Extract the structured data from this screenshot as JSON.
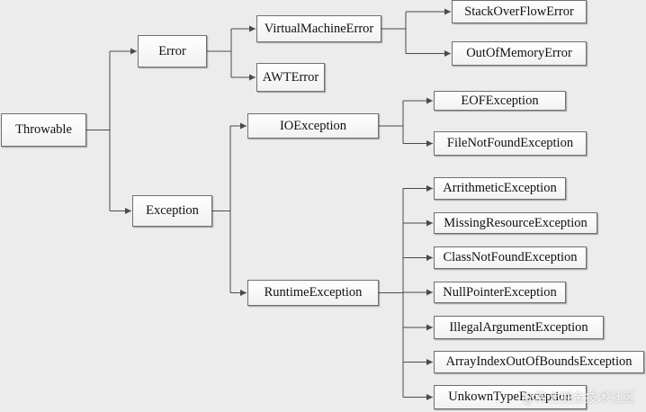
{
  "diagram": {
    "nodes": {
      "throwable": "Throwable",
      "error": "Error",
      "virtual_machine_error": "VirtualMachineError",
      "stack_overflow_error": "StackOverFlowError",
      "out_of_memory_error": "OutOfMemoryError",
      "awt_error": "AWTError",
      "exception": "Exception",
      "io_exception": "IOException",
      "eof_exception": "EOFException",
      "file_not_found_exception": "FileNotFoundException",
      "runtime_exception": "RuntimeException",
      "arithmetic_exception": "ArrithmeticException",
      "missing_resource_exception": "MissingResourceException",
      "class_not_found_exception": "ClassNotFoundException",
      "null_pointer_exception": "NullPointerException",
      "illegal_argument_exception": "IllegalArgumentException",
      "array_index_out_of_bounds_exception": "ArrayIndexOutOfBoundsException",
      "unkown_type_exception": "UnkownTypeException"
    },
    "edges": [
      [
        "throwable",
        "error"
      ],
      [
        "throwable",
        "exception"
      ],
      [
        "error",
        "virtual_machine_error"
      ],
      [
        "error",
        "awt_error"
      ],
      [
        "virtual_machine_error",
        "stack_overflow_error"
      ],
      [
        "virtual_machine_error",
        "out_of_memory_error"
      ],
      [
        "exception",
        "io_exception"
      ],
      [
        "exception",
        "runtime_exception"
      ],
      [
        "io_exception",
        "eof_exception"
      ],
      [
        "io_exception",
        "file_not_found_exception"
      ],
      [
        "runtime_exception",
        "arithmetic_exception"
      ],
      [
        "runtime_exception",
        "missing_resource_exception"
      ],
      [
        "runtime_exception",
        "class_not_found_exception"
      ],
      [
        "runtime_exception",
        "null_pointer_exception"
      ],
      [
        "runtime_exception",
        "illegal_argument_exception"
      ],
      [
        "runtime_exception",
        "array_index_out_of_bounds_exception"
      ],
      [
        "runtime_exception",
        "unkown_type_exception"
      ]
    ],
    "colors": {
      "background": "#ececec",
      "line": "#4a4a4a",
      "node_border": "#6f6f6f"
    }
  },
  "watermark": "@稀土掘金技术社区"
}
